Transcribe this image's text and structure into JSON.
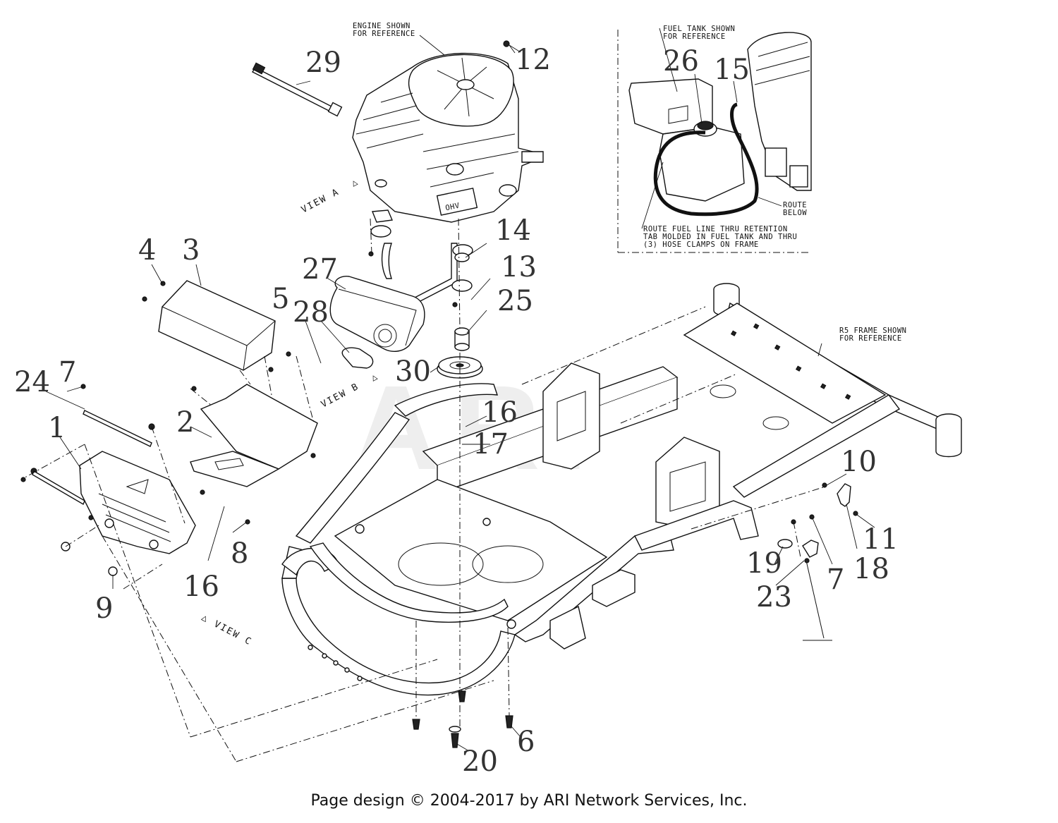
{
  "watermark": "ARI",
  "notes": {
    "engine_line1": "ENGINE SHOWN",
    "engine_line2": "FOR REFERENCE",
    "fuel_tank_line1": "FUEL TANK SHOWN",
    "fuel_tank_line2": "FOR REFERENCE",
    "route_line1": "ROUTE",
    "route_line2": "BELOW",
    "fuel_line_1": "ROUTE FUEL LINE THRU RETENTION",
    "fuel_line_2": "TAB MOLDED IN FUEL TANK AND THRU",
    "fuel_line_3": "(3) HOSE CLAMPS ON FRAME",
    "frame_line1": "R5 FRAME SHOWN",
    "frame_line2": "FOR REFERENCE",
    "engine_brand": "OHV"
  },
  "views": {
    "view_a": "VIEW A",
    "view_b": "VIEW B",
    "view_c": "VIEW C",
    "marker": "△"
  },
  "callouts": {
    "c1": "1",
    "c2": "2",
    "c3": "3",
    "c4": "4",
    "c5": "5",
    "c6": "6",
    "c7a": "7",
    "c7b": "7",
    "c8": "8",
    "c9": "9",
    "c10": "10",
    "c11": "11",
    "c12": "12",
    "c13": "13",
    "c14": "14",
    "c15": "15",
    "c16a": "16",
    "c16b": "16",
    "c17": "17",
    "c18": "18",
    "c19": "19",
    "c20": "20",
    "c23": "23",
    "c24": "24",
    "c25": "25",
    "c26": "26",
    "c27": "27",
    "c28": "28",
    "c29": "29",
    "c30": "30"
  },
  "footer": "Page design © 2004-2017 by ARI Network Services, Inc."
}
